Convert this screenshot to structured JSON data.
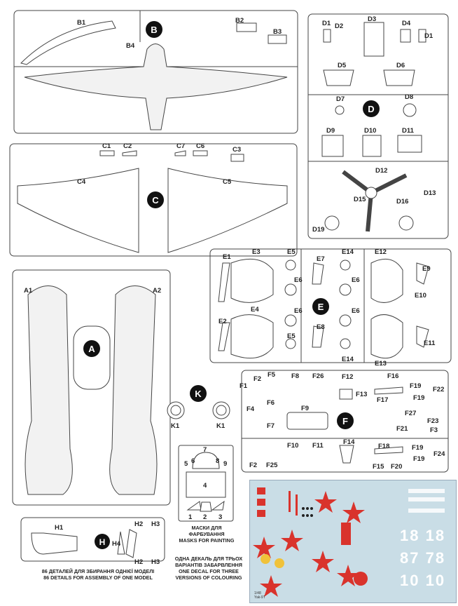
{
  "sprues": {
    "B": {
      "letter": "B",
      "parts": [
        "B1",
        "B2",
        "B3",
        "B4"
      ]
    },
    "C": {
      "letter": "C",
      "parts": [
        "C1",
        "C2",
        "C7",
        "C6",
        "C3",
        "C4",
        "C5"
      ]
    },
    "D": {
      "letter": "D",
      "parts": [
        "D1",
        "D2",
        "D3",
        "D4",
        "D1",
        "D5",
        "D6",
        "D7",
        "D8",
        "D9",
        "D10",
        "D11",
        "D12",
        "D13",
        "D15",
        "D16",
        "D19"
      ]
    },
    "A": {
      "letter": "A",
      "parts": [
        "A1",
        "A2"
      ]
    },
    "E": {
      "letter": "E",
      "parts": [
        "E1",
        "E3",
        "E5",
        "E7",
        "E14",
        "E12",
        "E9",
        "E6",
        "E6",
        "E10",
        "E4",
        "E6",
        "E6",
        "E2",
        "E8",
        "E5",
        "E14",
        "E13",
        "E11"
      ]
    },
    "K": {
      "letter": "K",
      "parts": [
        "K1",
        "K1"
      ]
    },
    "F": {
      "letter": "F",
      "parts": [
        "F1",
        "F2",
        "F5",
        "F8",
        "F26",
        "F12",
        "F16",
        "F19",
        "F22",
        "F13",
        "F17",
        "F19",
        "F4",
        "F6",
        "F9",
        "F27",
        "F23",
        "F3",
        "F7",
        "F21",
        "F10",
        "F11",
        "F14",
        "F18",
        "F19",
        "F24",
        "F2",
        "F25",
        "F15",
        "F20",
        "F19"
      ]
    },
    "H": {
      "letter": "H",
      "parts": [
        "H1",
        "H2",
        "H3",
        "H4",
        "H2",
        "H3"
      ]
    }
  },
  "mask_numbers": [
    "7",
    "5",
    "6",
    "8",
    "9",
    "4",
    "1",
    "2",
    "3"
  ],
  "notes": {
    "masks_ua": "МАСКИ ДЛЯ ФАРБУВАННЯ",
    "masks_en": "MASKS FOR PAINTING",
    "decal_ua": "ОДНА ДЕКАЛЬ ДЛЯ ТРЬОХ ВАРІАНТІВ ЗАБАРВЛЕННЯ",
    "decal_en": "ONE DECAL FOR THREE VERSIONS OF COLOURING",
    "parts_ua": "86 ДЕТАЛЕЙ ДЛЯ ЗБИРАННЯ ОДНІЄЇ МОДЕЛІ",
    "parts_en": "86 DETAILS FOR ASSEMBLY OF ONE MODEL"
  },
  "decal_sheet": {
    "scale": "1/48",
    "product": "Yak-9T",
    "numbers": [
      "18",
      "18",
      "87",
      "78",
      "10",
      "10"
    ],
    "star_color": "#d9332c",
    "background": "#c9dde6"
  }
}
